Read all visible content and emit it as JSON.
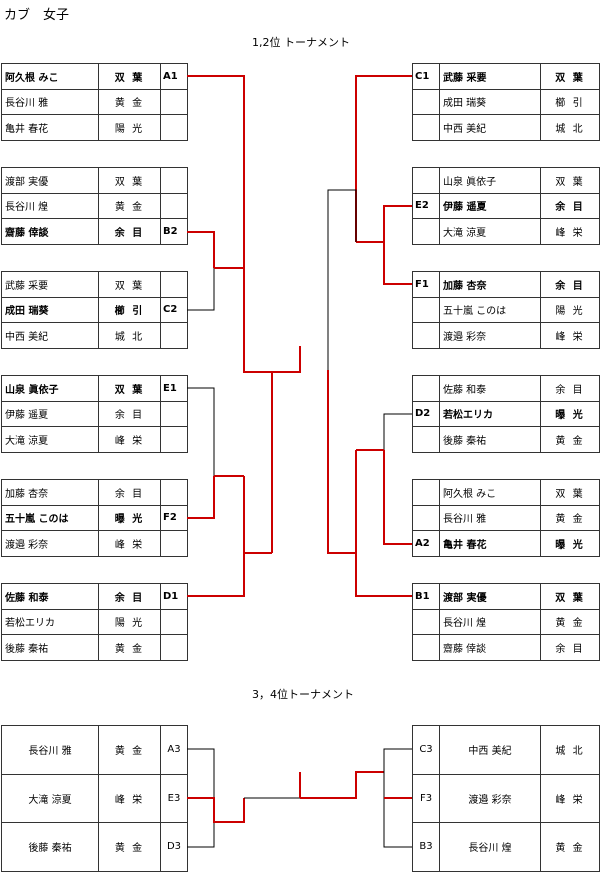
{
  "title": "カブ　女子",
  "section1": {
    "title": "1,2位 トーナメント"
  },
  "section2": {
    "title": "3，4位トーナメント"
  },
  "left_groups": [
    {
      "seed": "A1",
      "win": 0,
      "rows": [
        {
          "name": "阿久根 みこ",
          "team": "双 葉"
        },
        {
          "name": "長谷川 雅",
          "team": "黄 金"
        },
        {
          "name": "亀井 春花",
          "team": "陽 光"
        }
      ]
    },
    {
      "seed": "B2",
      "win": 2,
      "rows": [
        {
          "name": "渡部 実優",
          "team": "双 葉"
        },
        {
          "name": "長谷川 煌",
          "team": "黄 金"
        },
        {
          "name": "齋藤 倖談",
          "team": "余 目"
        }
      ]
    },
    {
      "seed": "C2",
      "win": 1,
      "rows": [
        {
          "name": "武藤 采要",
          "team": "双 葉"
        },
        {
          "name": "成田 瑞葵",
          "team": "櫛 引"
        },
        {
          "name": "中西 美紀",
          "team": "城 北"
        }
      ]
    },
    {
      "seed": "E1",
      "win": 0,
      "rows": [
        {
          "name": "山泉 眞依子",
          "team": "双 葉"
        },
        {
          "name": "伊藤 遥夏",
          "team": "余 目"
        },
        {
          "name": "大滝 涼夏",
          "team": "峰 栄"
        }
      ]
    },
    {
      "seed": "F2",
      "win": 1,
      "rows": [
        {
          "name": "加藤 杏奈",
          "team": "余 目"
        },
        {
          "name": "五十嵐 このは",
          "team": "曝 光"
        },
        {
          "name": "渡邉 彩奈",
          "team": "峰 栄"
        }
      ]
    },
    {
      "seed": "D1",
      "win": 0,
      "rows": [
        {
          "name": "佐藤 和泰",
          "team": "余 目"
        },
        {
          "name": "若松エリカ",
          "team": "陽 光"
        },
        {
          "name": "後藤 秦祐",
          "team": "黄 金"
        }
      ]
    }
  ],
  "right_groups": [
    {
      "seed": "C1",
      "win": 0,
      "rows": [
        {
          "name": "武藤 采要",
          "team": "双 葉"
        },
        {
          "name": "成田 瑞葵",
          "team": "櫛 引"
        },
        {
          "name": "中西 美紀",
          "team": "城 北"
        }
      ]
    },
    {
      "seed": "E2",
      "win": 1,
      "rows": [
        {
          "name": "山泉 眞依子",
          "team": "双 葉"
        },
        {
          "name": "伊藤 遥夏",
          "team": "余 目"
        },
        {
          "name": "大滝 涼夏",
          "team": "峰 栄"
        }
      ]
    },
    {
      "seed": "F1",
      "win": 0,
      "rows": [
        {
          "name": "加藤 杏奈",
          "team": "余 目"
        },
        {
          "name": "五十嵐 このは",
          "team": "陽 光"
        },
        {
          "name": "渡邉 彩奈",
          "team": "峰 栄"
        }
      ]
    },
    {
      "seed": "D2",
      "win": 1,
      "rows": [
        {
          "name": "佐藤 和泰",
          "team": "余 目"
        },
        {
          "name": "若松エリカ",
          "team": "曝 光"
        },
        {
          "name": "後藤 秦祐",
          "team": "黄 金"
        }
      ]
    },
    {
      "seed": "A2",
      "win": 2,
      "rows": [
        {
          "name": "阿久根 みこ",
          "team": "双 葉"
        },
        {
          "name": "長谷川 雅",
          "team": "黄 金"
        },
        {
          "name": "亀井 春花",
          "team": "曝 光"
        }
      ]
    },
    {
      "seed": "B1",
      "win": 0,
      "rows": [
        {
          "name": "渡部 実優",
          "team": "双 葉"
        },
        {
          "name": "長谷川 煌",
          "team": "黄 金"
        },
        {
          "name": "齋藤 倖談",
          "team": "余 目"
        }
      ]
    }
  ],
  "third_left": [
    {
      "name": "長谷川 雅",
      "team": "黄 金",
      "seed": "A3"
    },
    {
      "name": "大滝 涼夏",
      "team": "峰 栄",
      "seed": "E3"
    },
    {
      "name": "後藤 秦祐",
      "team": "黄 金",
      "seed": "D3"
    }
  ],
  "third_right": [
    {
      "seed": "C3",
      "name": "中西 美紀",
      "team": "城 北"
    },
    {
      "seed": "F3",
      "name": "渡邉 彩奈",
      "team": "峰 栄"
    },
    {
      "seed": "B3",
      "name": "長谷川 煌",
      "team": "黄 金"
    }
  ],
  "colors": {
    "win_line": "#cc0000",
    "line": "#000000"
  }
}
